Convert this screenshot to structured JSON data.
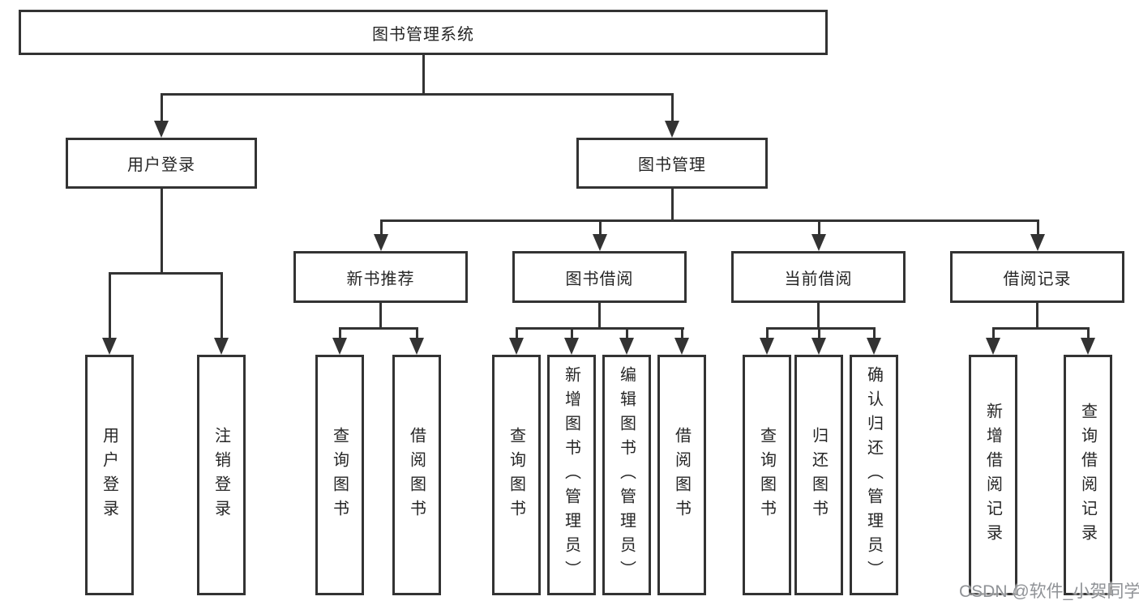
{
  "colors": {
    "line": "#333333",
    "node_border": "#333333",
    "node_text": "#262626",
    "watermark_text": "#8f9296",
    "background": "#ffffff"
  },
  "diagram": {
    "root": {
      "label": "图书管理系统"
    },
    "user_login": {
      "label": "用户登录",
      "children": [
        {
          "label": "用户登录"
        },
        {
          "label": "注销登录"
        }
      ]
    },
    "book_management": {
      "label": "图书管理",
      "sections": [
        {
          "label": "新书推荐",
          "children": [
            {
              "label": "查询图书"
            },
            {
              "label": "借阅图书"
            }
          ]
        },
        {
          "label": "图书借阅",
          "children": [
            {
              "label": "查询图书"
            },
            {
              "label": "新增图书（管理员）"
            },
            {
              "label": "编辑图书（管理员）"
            },
            {
              "label": "借阅图书"
            }
          ]
        },
        {
          "label": "当前借阅",
          "children": [
            {
              "label": "查询图书"
            },
            {
              "label": "归还图书"
            },
            {
              "label": "确认归还（管理员）"
            }
          ]
        },
        {
          "label": "借阅记录",
          "children": [
            {
              "label": "新增借阅记录"
            },
            {
              "label": "查询借阅记录"
            }
          ]
        }
      ]
    }
  },
  "watermark": {
    "text": "CSDN @软件_小贺同学"
  }
}
